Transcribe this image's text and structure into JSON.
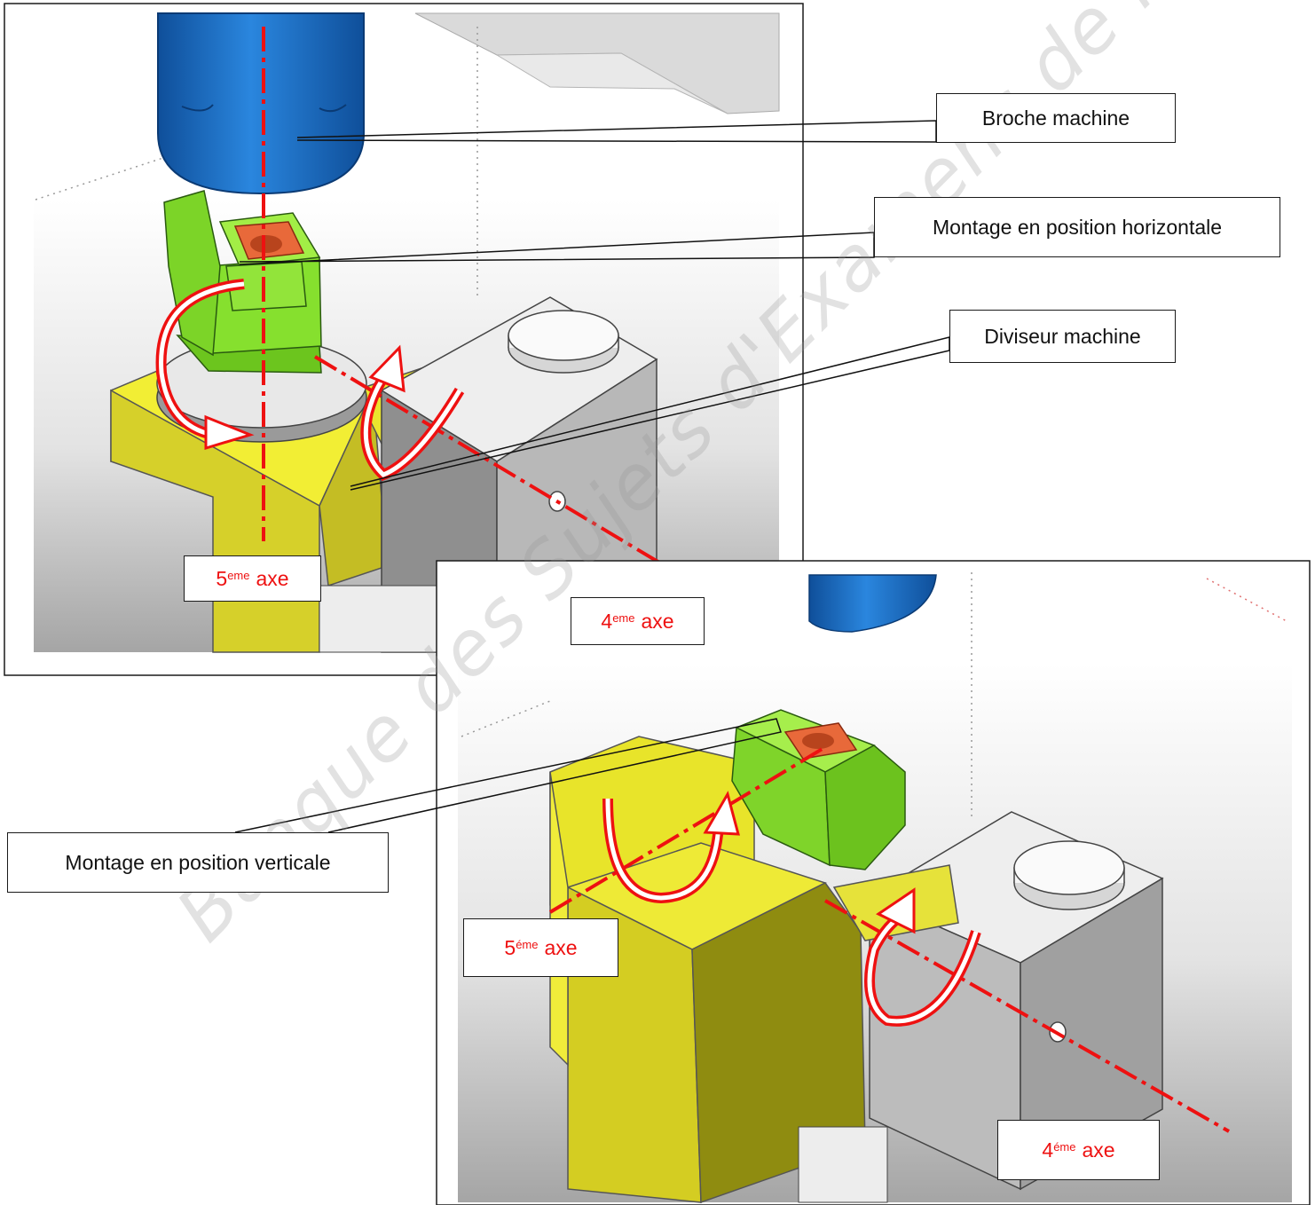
{
  "labels": {
    "broche": "Broche machine",
    "montage_h": "Montage en position horizontale",
    "diviseur": "Diviseur machine",
    "montage_v": "Montage en position verticale"
  },
  "axes": {
    "top_5": {
      "num": "5",
      "sup": "eme",
      "word": "axe"
    },
    "top_4": {
      "num": "4",
      "sup": "eme",
      "word": "axe"
    },
    "bottom_5": {
      "num": "5",
      "sup": "éme",
      "word": "axe"
    },
    "bottom_4": {
      "num": "4",
      "sup": "éme",
      "word": "axe"
    }
  },
  "watermark": "Banque des Sujets d'Examens de l'enseignement professionnel",
  "colors": {
    "axis_red": "#ee1111",
    "spindle_blue": "#1e73c8",
    "fixture_green": "#7fdc2a",
    "part_orange": "#e8693a",
    "yellow_frame": "#e8e42a",
    "grey_block": "#cfcfcf"
  }
}
